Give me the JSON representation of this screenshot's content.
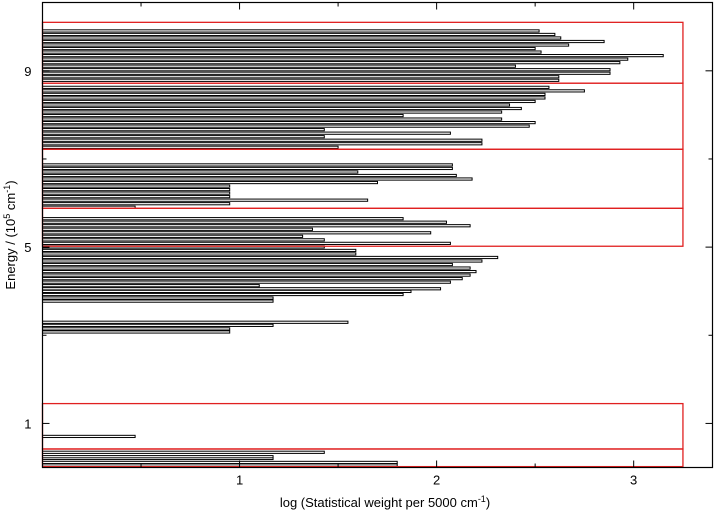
{
  "chart_data": {
    "type": "bar",
    "subtype": "horizontal step histogram of energy levels with red group boxes",
    "xlabel": "log (Statistical weight per 5000 cm",
    "xlabel_sup": "-1",
    "xlabel_end": ")",
    "ylabel": "Energy / (10",
    "ylabel_sup1": "5",
    "ylabel_mid": " cm",
    "ylabel_sup2": "-1",
    "ylabel_end": ")",
    "xlim": [
      0,
      3.4
    ],
    "ylim": [
      0,
      10.55
    ],
    "x_ticks": [
      1,
      2,
      3
    ],
    "x_ticks_minor": [
      0.5,
      1.5,
      2.5
    ],
    "y_ticks": [
      1,
      5,
      9
    ],
    "y_ticks_minor": [
      3,
      7
    ],
    "grid": false,
    "bar_color": "#000000",
    "bar_fill": "#ffffff",
    "box_color": "#e02020",
    "group_boxes": [
      {
        "x_max": 3.25,
        "y_min": 0.02,
        "y_max": 0.42
      },
      {
        "x_max": 3.25,
        "y_min": 0.42,
        "y_max": 1.45
      },
      {
        "x_max": 3.25,
        "y_min": 5.02,
        "y_max": 5.88
      },
      {
        "x_max": 3.25,
        "y_min": 5.88,
        "y_max": 7.22
      },
      {
        "x_max": 3.25,
        "y_min": 7.22,
        "y_max": 8.72
      },
      {
        "x_max": 3.25,
        "y_min": 8.72,
        "y_max": 10.1
      }
    ],
    "bin_width": 0.05,
    "bins": [
      {
        "y": 0.03,
        "x": 1.8
      },
      {
        "y": 0.09,
        "x": 1.8
      },
      {
        "y": 0.18,
        "x": 1.17
      },
      {
        "y": 0.22,
        "x": 1.17
      },
      {
        "y": 0.32,
        "x": 1.43
      },
      {
        "y": 0.68,
        "x": 0.47
      },
      {
        "y": 3.05,
        "x": 0.95
      },
      {
        "y": 3.12,
        "x": 0.95
      },
      {
        "y": 3.2,
        "x": 1.17
      },
      {
        "y": 3.27,
        "x": 1.55
      },
      {
        "y": 3.75,
        "x": 1.17
      },
      {
        "y": 3.82,
        "x": 1.17
      },
      {
        "y": 3.9,
        "x": 1.83
      },
      {
        "y": 3.97,
        "x": 1.87
      },
      {
        "y": 4.03,
        "x": 2.02
      },
      {
        "y": 4.1,
        "x": 1.1
      },
      {
        "y": 4.18,
        "x": 2.07
      },
      {
        "y": 4.26,
        "x": 2.13
      },
      {
        "y": 4.34,
        "x": 2.17
      },
      {
        "y": 4.42,
        "x": 2.2
      },
      {
        "y": 4.5,
        "x": 2.17
      },
      {
        "y": 4.58,
        "x": 2.08
      },
      {
        "y": 4.66,
        "x": 2.23
      },
      {
        "y": 4.74,
        "x": 2.31
      },
      {
        "y": 4.82,
        "x": 1.59
      },
      {
        "y": 4.9,
        "x": 1.59
      },
      {
        "y": 4.98,
        "x": 1.43
      },
      {
        "y": 5.06,
        "x": 2.07
      },
      {
        "y": 5.14,
        "x": 1.43
      },
      {
        "y": 5.22,
        "x": 1.32
      },
      {
        "y": 5.3,
        "x": 1.97
      },
      {
        "y": 5.38,
        "x": 1.37
      },
      {
        "y": 5.46,
        "x": 2.17
      },
      {
        "y": 5.54,
        "x": 2.05
      },
      {
        "y": 5.62,
        "x": 1.83
      },
      {
        "y": 5.88,
        "x": 0.47
      },
      {
        "y": 5.96,
        "x": 0.95
      },
      {
        "y": 6.04,
        "x": 1.65
      },
      {
        "y": 6.12,
        "x": 0.95
      },
      {
        "y": 6.2,
        "x": 0.95
      },
      {
        "y": 6.28,
        "x": 0.95
      },
      {
        "y": 6.36,
        "x": 0.95
      },
      {
        "y": 6.44,
        "x": 1.7
      },
      {
        "y": 6.52,
        "x": 2.18
      },
      {
        "y": 6.6,
        "x": 2.1
      },
      {
        "y": 6.68,
        "x": 1.6
      },
      {
        "y": 6.76,
        "x": 2.08
      },
      {
        "y": 6.84,
        "x": 2.08
      },
      {
        "y": 7.24,
        "x": 1.5
      },
      {
        "y": 7.32,
        "x": 2.23
      },
      {
        "y": 7.4,
        "x": 2.23
      },
      {
        "y": 7.48,
        "x": 1.43
      },
      {
        "y": 7.56,
        "x": 2.07
      },
      {
        "y": 7.64,
        "x": 1.43
      },
      {
        "y": 7.72,
        "x": 2.47
      },
      {
        "y": 7.8,
        "x": 2.5
      },
      {
        "y": 7.88,
        "x": 2.33
      },
      {
        "y": 7.96,
        "x": 1.83
      },
      {
        "y": 8.04,
        "x": 2.33
      },
      {
        "y": 8.12,
        "x": 2.43
      },
      {
        "y": 8.2,
        "x": 2.37
      },
      {
        "y": 8.28,
        "x": 2.5
      },
      {
        "y": 8.36,
        "x": 2.55
      },
      {
        "y": 8.44,
        "x": 2.55
      },
      {
        "y": 8.52,
        "x": 2.75
      },
      {
        "y": 8.6,
        "x": 2.57
      },
      {
        "y": 8.76,
        "x": 2.62
      },
      {
        "y": 8.84,
        "x": 2.62
      },
      {
        "y": 8.92,
        "x": 2.88
      },
      {
        "y": 9.0,
        "x": 2.88
      },
      {
        "y": 9.08,
        "x": 2.4
      },
      {
        "y": 9.16,
        "x": 2.93
      },
      {
        "y": 9.24,
        "x": 2.97
      },
      {
        "y": 9.32,
        "x": 3.15
      },
      {
        "y": 9.4,
        "x": 2.53
      },
      {
        "y": 9.48,
        "x": 2.5
      },
      {
        "y": 9.56,
        "x": 2.67
      },
      {
        "y": 9.64,
        "x": 2.85
      },
      {
        "y": 9.72,
        "x": 2.63
      },
      {
        "y": 9.8,
        "x": 2.6
      },
      {
        "y": 9.88,
        "x": 2.52
      }
    ]
  }
}
